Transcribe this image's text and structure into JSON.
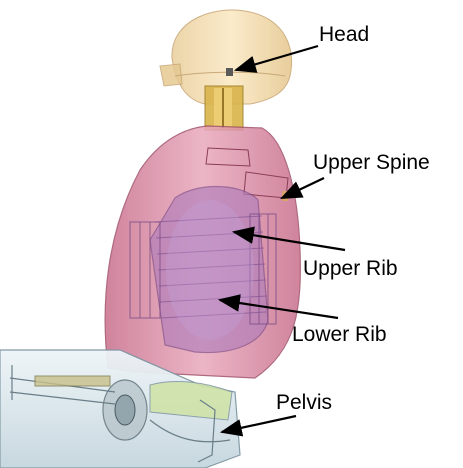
{
  "labels": {
    "head": "Head",
    "upper_spine": "Upper Spine",
    "upper_rib": "Upper Rib",
    "lower_rib": "Lower Rib",
    "pelvis": "Pelvis"
  },
  "colors": {
    "head": "#f3d9a2",
    "neck": "#d9b44a",
    "torso": "#d98aa3",
    "rib_block": "#b07dba",
    "pelvis": "#d7e4ea",
    "pelvis_accent": "#cfe3a5",
    "arrow": "#000000",
    "background": "#ffffff"
  }
}
